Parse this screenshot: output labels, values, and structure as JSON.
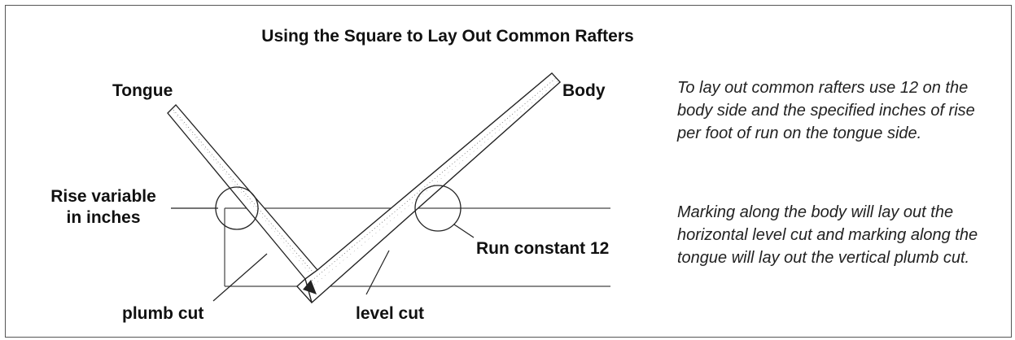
{
  "title": "Using the Square to Lay Out Common Rafters",
  "labels": {
    "tongue": "Tongue",
    "body": "Body",
    "rise": "Rise variable in inches",
    "rise_line1": "Rise variable",
    "rise_line2": "in inches",
    "run": "Run constant 12",
    "plumb": "plumb cut",
    "level": "level cut"
  },
  "text": {
    "para1": "To lay out common rafters use 12 on the body side and the specified inches of rise per foot of run on the tongue side.",
    "para2": "Marking along the body will lay out the horizontal level cut and marking along the tongue will lay out the vertical plumb cut."
  }
}
